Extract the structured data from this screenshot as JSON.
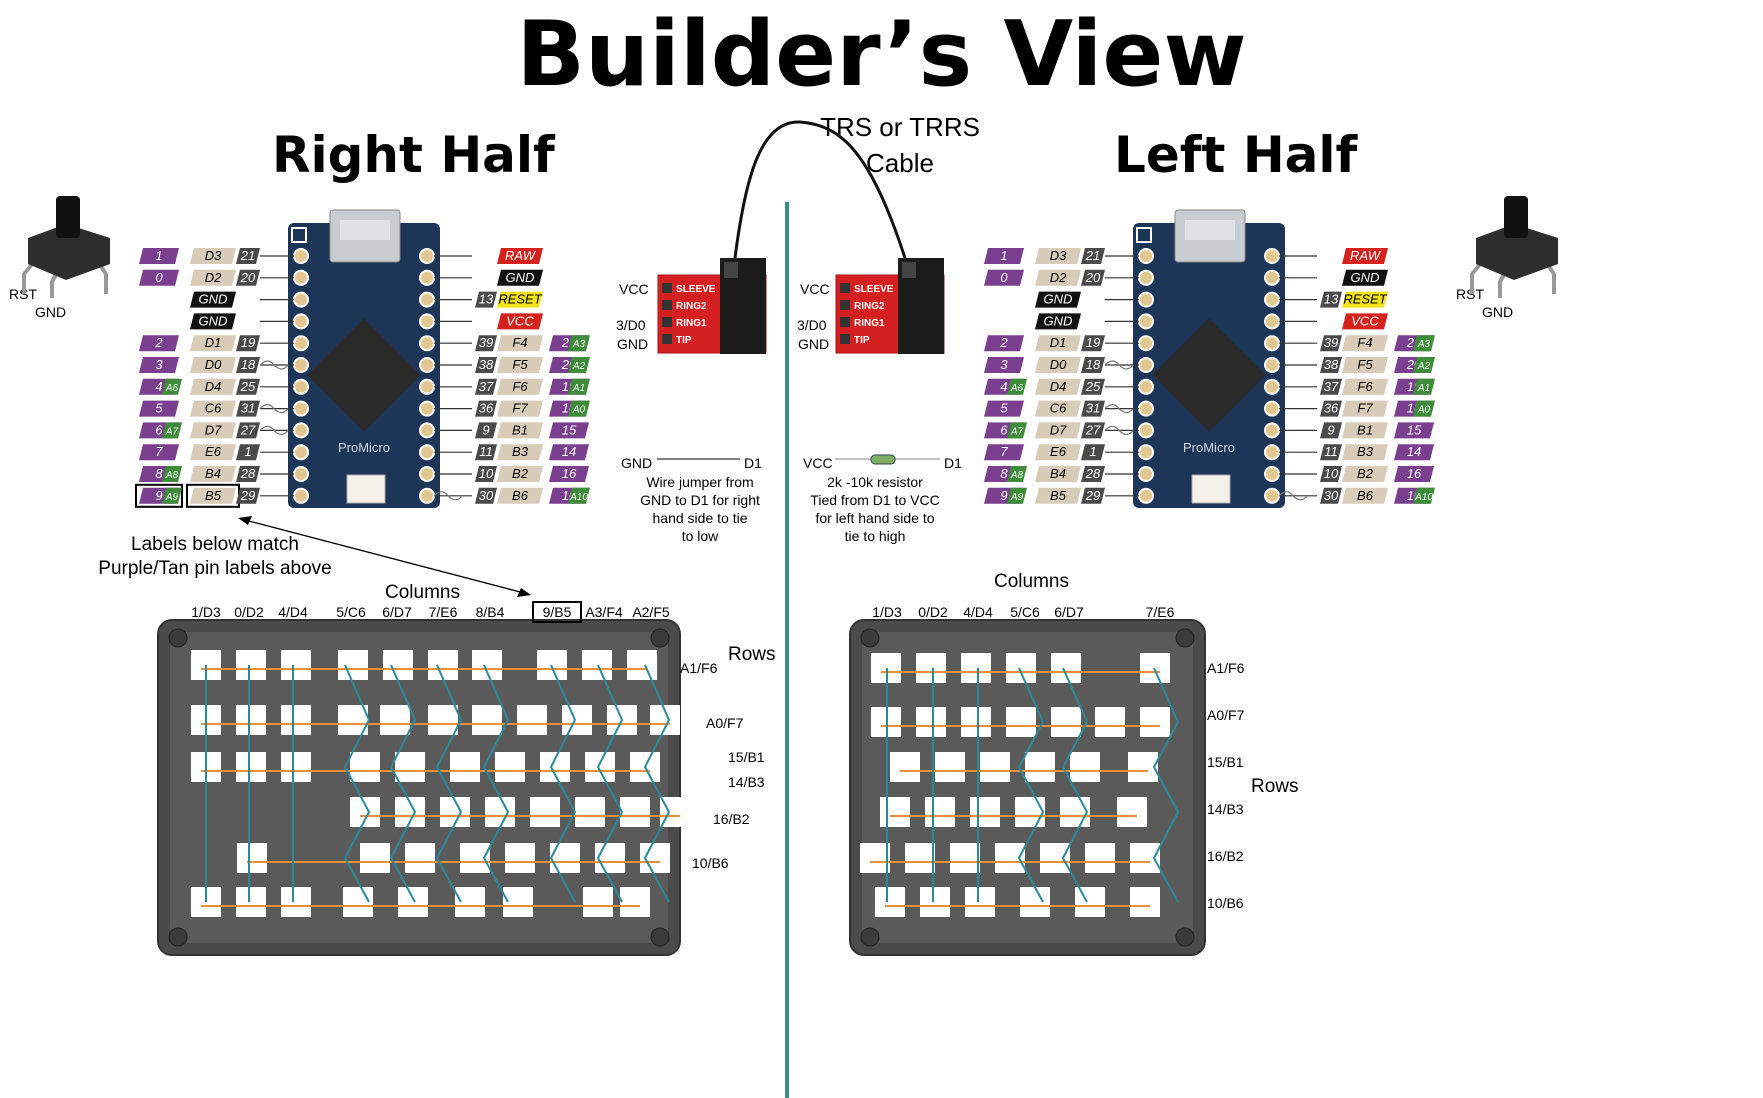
{
  "title": "Builder’s View",
  "right_half": {
    "title": "Right Half",
    "button_labels": [
      "RST",
      "GND"
    ],
    "left_pins": [
      {
        "num": "1",
        "port": "D3",
        "pin": "21",
        "extra": ""
      },
      {
        "num": "0",
        "port": "D2",
        "pin": "20",
        "extra": ""
      },
      {
        "num": "",
        "port": "GND",
        "pin": "",
        "extra": ""
      },
      {
        "num": "",
        "port": "GND",
        "pin": "",
        "extra": ""
      },
      {
        "num": "2",
        "port": "D1",
        "pin": "19",
        "extra": ""
      },
      {
        "num": "3",
        "port": "D0",
        "pin": "18",
        "extra": ""
      },
      {
        "num": "4",
        "port": "D4",
        "pin": "25",
        "extra": "A6"
      },
      {
        "num": "5",
        "port": "C6",
        "pin": "31",
        "extra": ""
      },
      {
        "num": "6",
        "port": "D7",
        "pin": "27",
        "extra": "A7"
      },
      {
        "num": "7",
        "port": "E6",
        "pin": "1",
        "extra": ""
      },
      {
        "num": "8",
        "port": "B4",
        "pin": "28",
        "extra": "A8"
      },
      {
        "num": "9",
        "port": "B5",
        "pin": "29",
        "extra": "A9"
      }
    ],
    "right_pins": [
      {
        "pin": "",
        "port": "RAW",
        "num": "",
        "extra": ""
      },
      {
        "pin": "",
        "port": "GND",
        "num": "",
        "extra": ""
      },
      {
        "pin": "13",
        "port": "RESET",
        "num": "",
        "extra": ""
      },
      {
        "pin": "",
        "port": "VCC",
        "num": "",
        "extra": ""
      },
      {
        "pin": "39",
        "port": "F4",
        "num": "21",
        "extra": "A3"
      },
      {
        "pin": "38",
        "port": "F5",
        "num": "20",
        "extra": "A2"
      },
      {
        "pin": "37",
        "port": "F6",
        "num": "19",
        "extra": "A1"
      },
      {
        "pin": "36",
        "port": "F7",
        "num": "18",
        "extra": "A0"
      },
      {
        "pin": "9",
        "port": "B1",
        "num": "15",
        "extra": ""
      },
      {
        "pin": "11",
        "port": "B3",
        "num": "14",
        "extra": ""
      },
      {
        "pin": "10",
        "port": "B2",
        "num": "16",
        "extra": ""
      },
      {
        "pin": "30",
        "port": "B6",
        "num": "10",
        "extra": "A10"
      }
    ],
    "board_name": "ProMicro",
    "annotation": [
      "Labels below match",
      "Purple/Tan pin labels above"
    ],
    "columns_label": "Columns",
    "columns": [
      "1/D3",
      "0/D2",
      "4/D4",
      "5/C6",
      "6/D7",
      "7/E6",
      "8/B4",
      "9/B5",
      "A3/F4",
      "A2/F5"
    ],
    "rows_label": "Rows",
    "rows": [
      "A1/F6",
      "A0/F7",
      "15/B1",
      "14/B3",
      "16/B2",
      "10/B6"
    ]
  },
  "left_half": {
    "title": "Left Half",
    "button_labels": [
      "RST",
      "GND"
    ],
    "board_name": "ProMicro",
    "columns_label": "Columns",
    "columns": [
      "1/D3",
      "0/D2",
      "4/D4",
      "5/C6",
      "6/D7",
      "7/E6"
    ],
    "rows_label": "Rows",
    "rows": [
      "A1/F6",
      "A0/F7",
      "15/B1",
      "14/B3",
      "16/B2",
      "10/B6"
    ]
  },
  "cable": {
    "line1": "TRS or TRRS",
    "line2": "Cable"
  },
  "jack": {
    "board_labels": [
      "SLEEVE",
      "RING2",
      "RING1",
      "TIP"
    ],
    "side_labels": [
      "VCC",
      "3/D0",
      "GND"
    ]
  },
  "right_note": {
    "from": "GND",
    "to": "D1",
    "text": [
      "Wire jumper from",
      "GND to D1 for right",
      "hand side to tie",
      "to low"
    ]
  },
  "left_note": {
    "from": "VCC",
    "to": "D1",
    "text": [
      "2k -10k resistor",
      "Tied from D1 to VCC",
      "for left hand side to",
      "tie to high"
    ]
  },
  "colors": {
    "purple": "#7b3f8f",
    "tan": "#d8cbb8",
    "darkgray": "#4a4a4a",
    "black": "#111111",
    "red": "#d6221c",
    "yellow": "#f2e21b",
    "green": "#3e8c3a",
    "board": "#1d3557",
    "plate": "#4b4b4b",
    "teal": "#2a8a9a",
    "orange": "#e8913a",
    "divider": "#3a8a95"
  }
}
